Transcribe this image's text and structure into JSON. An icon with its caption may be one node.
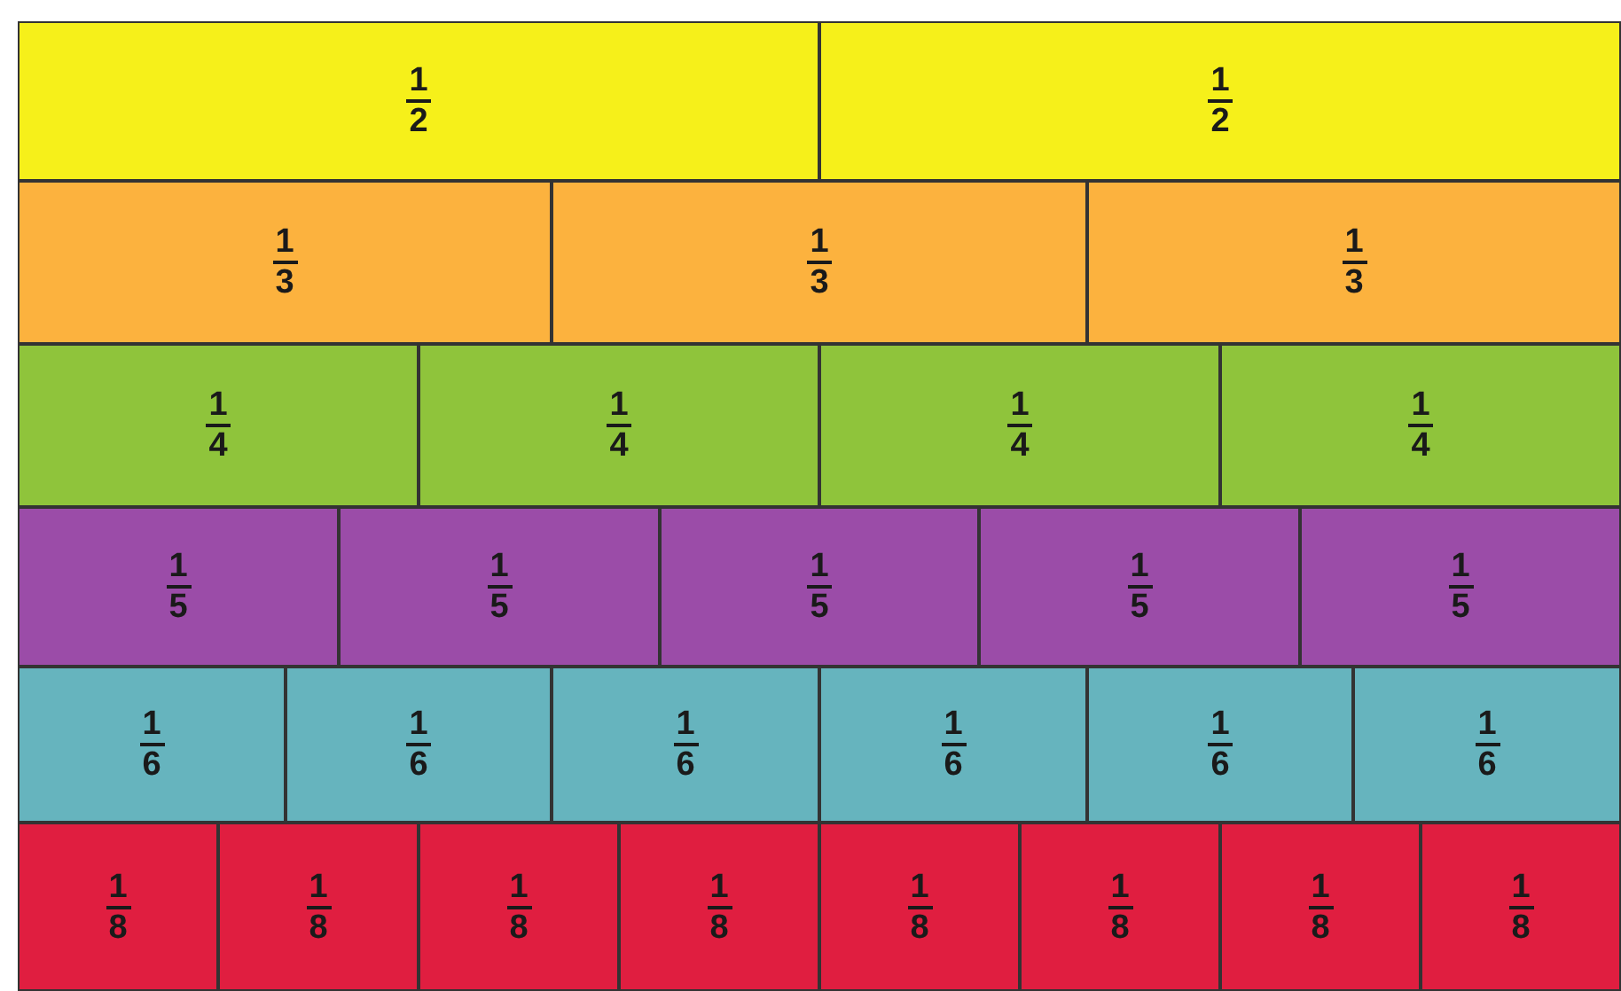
{
  "diagram": {
    "nodes": [
      {
        "text": [
          "1",
          "2"
        ]
      },
      {
        "text": [
          "1",
          "2"
        ]
      },
      {
        "text": [
          "1",
          "3"
        ]
      },
      {
        "text": [
          "1",
          "3"
        ]
      },
      {
        "text": [
          "1",
          "3"
        ]
      },
      {
        "text": [
          "1",
          "4"
        ]
      },
      {
        "text": [
          "1",
          "4"
        ]
      },
      {
        "text": [
          "1",
          "4"
        ]
      },
      {
        "text": [
          "1",
          "4"
        ]
      },
      {
        "text": [
          "1",
          "5"
        ]
      },
      {
        "text": [
          "1",
          "5"
        ]
      },
      {
        "text": [
          "1",
          "5"
        ]
      },
      {
        "text": [
          "1",
          "5"
        ]
      },
      {
        "text": [
          "1",
          "5"
        ]
      },
      {
        "text": [
          "1",
          "6"
        ]
      },
      {
        "text": [
          "1",
          "6"
        ]
      },
      {
        "text": [
          "1",
          "6"
        ]
      },
      {
        "text": [
          "1",
          "6"
        ]
      },
      {
        "text": [
          "1",
          "6"
        ]
      },
      {
        "text": [
          "1",
          "6"
        ]
      },
      {
        "text": [
          "1",
          "8"
        ]
      },
      {
        "text": [
          "1",
          "8"
        ]
      },
      {
        "text": [
          "1",
          "8"
        ]
      },
      {
        "text": [
          "1",
          "8"
        ]
      },
      {
        "text": [
          "1",
          "8"
        ]
      },
      {
        "text": [
          "1",
          "8"
        ]
      },
      {
        "text": [
          "1",
          "8"
        ]
      },
      {
        "text": [
          "1",
          "8"
        ]
      }
    ]
  }
}
